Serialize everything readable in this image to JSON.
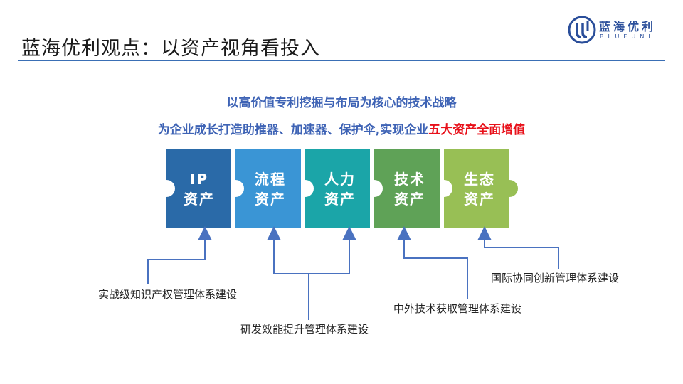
{
  "header": {
    "title": "蓝海优利观点：以资产视角看投入",
    "logo_cn": "蓝海优利",
    "logo_en": "BLUEUNI"
  },
  "headline": {
    "line1": "以高价值专利挖掘与布局为核心的技术战略",
    "line2_prefix": "为企业成长打造助推器、加速器、保护伞,实现企业",
    "line2_highlight": "五大资产全面增值"
  },
  "pieces": [
    {
      "line1": "IP",
      "line2": "资产",
      "color": "#2a6aa8"
    },
    {
      "line1": "流程",
      "line2": "资产",
      "color": "#3a95d5"
    },
    {
      "line1": "人力",
      "line2": "资产",
      "color": "#1ba5a8"
    },
    {
      "line1": "技术",
      "line2": "资产",
      "color": "#5fa257"
    },
    {
      "line1": "生态",
      "line2": "资产",
      "color": "#98bf55"
    }
  ],
  "captions": [
    "实战级知识产权管理体系建设",
    "研发效能提升管理体系建设",
    "中外技术获取管理体系建设",
    "国际协同创新管理体系建设"
  ],
  "colors": {
    "accent": "#3e63b5",
    "highlight": "#e8101a",
    "connector": "#4a72c0",
    "rule": "#3a6fb5"
  }
}
